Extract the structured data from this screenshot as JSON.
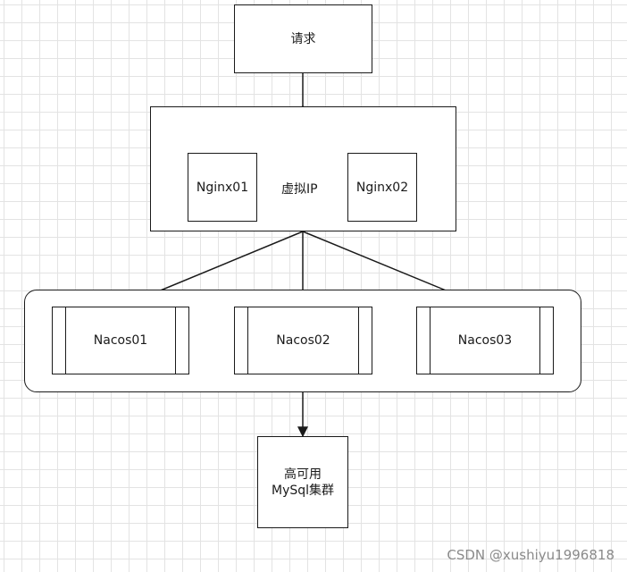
{
  "nodes": {
    "request": "请求",
    "vip": "虚拟IP",
    "nginx1": "Nginx01",
    "nginx2": "Nginx02",
    "nacos1": "Nacos01",
    "nacos2": "Nacos02",
    "nacos3": "Nacos03",
    "mysql_line1": "高可用",
    "mysql_line2": "MySql集群"
  },
  "watermark": "CSDN @xushiyu1996818"
}
